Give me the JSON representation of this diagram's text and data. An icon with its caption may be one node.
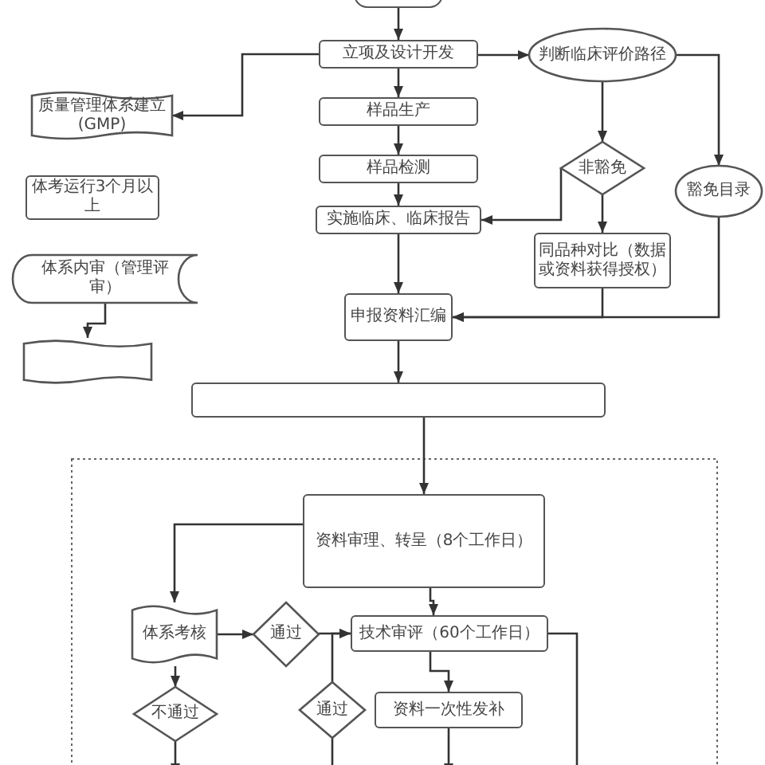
{
  "diagram": {
    "nodes": [
      {
        "text": [],
        "shape": "box"
      },
      {
        "text": [
          "立项及设计开发"
        ]
      },
      {
        "text": [
          "质量管理体系建立 (GMP)"
        ]
      },
      {
        "text": [
          "样品生产"
        ]
      },
      {
        "text": [
          "判断临床评价路径"
        ]
      },
      {
        "text": [
          "样品检测"
        ]
      },
      {
        "text": [
          "非豁免"
        ]
      },
      {
        "text": [
          "豁免目录"
        ]
      },
      {
        "text": [
          "体考运行3个月以上"
        ]
      },
      {
        "text": [
          "实施临床、临床报告"
        ]
      },
      {
        "text": [
          "同品种对比（数据或资料获得授权）"
        ]
      },
      {
        "text": [
          "体系内审（管理评审）"
        ]
      },
      {
        "text": [
          "申报资料汇编"
        ]
      },
      {
        "text": [],
        "shape": "document"
      },
      {
        "text": [],
        "shape": "box"
      },
      {
        "text": [
          "资料审理、转呈（8个工作日）"
        ]
      },
      {
        "text": [
          "体系考核"
        ]
      },
      {
        "text": [
          "通过"
        ]
      },
      {
        "text": [
          "技术审评（60个工作日）"
        ]
      },
      {
        "text": [
          "不通过"
        ]
      },
      {
        "text": [
          "通过"
        ]
      },
      {
        "text": [
          "资料一次性发补"
        ]
      }
    ],
    "edges": [
      {
        "from": 0,
        "to": 1,
        "arrow": "to"
      },
      {
        "from": 1,
        "to": 2,
        "arrow": "to"
      },
      {
        "from": 1,
        "to": 3,
        "arrow": "to"
      },
      {
        "from": 3,
        "to": 5,
        "arrow": "to"
      },
      {
        "from": 5,
        "to": 9,
        "arrow": "to"
      },
      {
        "from": 1,
        "to": 4,
        "arrow": "to"
      },
      {
        "from": 4,
        "to": 6,
        "arrow": "to"
      },
      {
        "from": 4,
        "to": 7,
        "arrow": "to"
      },
      {
        "from": 6,
        "to": 9,
        "arrow": "to"
      },
      {
        "from": 6,
        "to": 10,
        "arrow": "to"
      },
      {
        "from": 7,
        "to": 12,
        "arrow": "to"
      },
      {
        "from": 10,
        "to": 12,
        "arrow": "to"
      },
      {
        "from": 9,
        "to": 12,
        "arrow": "to"
      },
      {
        "from": 11,
        "to": 13,
        "arrow": "to"
      },
      {
        "from": 12,
        "to": 14,
        "arrow": "to"
      },
      {
        "from": 14,
        "to": 15,
        "arrow": "to"
      },
      {
        "from": 15,
        "to": 16,
        "arrow": "to"
      },
      {
        "from": 15,
        "to": 18,
        "arrow": "to"
      },
      {
        "from": 16,
        "to": 17,
        "arrow": "to"
      },
      {
        "from": 17,
        "to": 18,
        "arrow": "to"
      },
      {
        "from": 20,
        "to": 18,
        "arrow": "to"
      },
      {
        "from": 16,
        "to": 19,
        "arrow": "to"
      },
      {
        "from": 19,
        "to": null,
        "arrow": "to"
      },
      {
        "from": 18,
        "to": 21,
        "arrow": "to"
      },
      {
        "from": 18,
        "to": null,
        "arrow": "none"
      },
      {
        "from": 21,
        "to": null,
        "arrow": "to"
      },
      {
        "from": null,
        "to": 20,
        "arrow": "none"
      }
    ]
  }
}
